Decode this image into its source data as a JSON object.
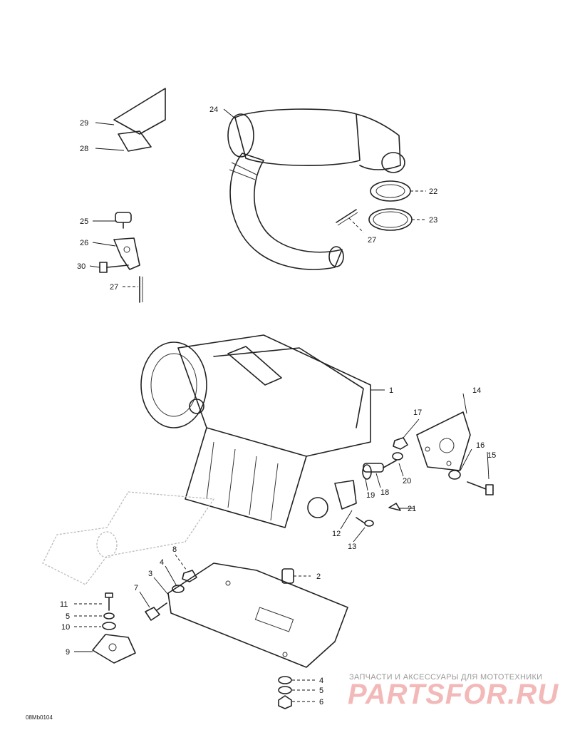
{
  "diagram": {
    "callouts": {
      "c1": "1",
      "c2": "2",
      "c3": "3",
      "c4a": "4",
      "c4b": "4",
      "c5a": "5",
      "c5b": "5",
      "c6": "6",
      "c7": "7",
      "c8": "8",
      "c9": "9",
      "c10": "10",
      "c11": "11",
      "c12": "12",
      "c13": "13",
      "c14": "14",
      "c15": "15",
      "c16": "16",
      "c17": "17",
      "c18": "18",
      "c19": "19",
      "c20": "20",
      "c21": "21",
      "c22": "22",
      "c23": "23",
      "c24": "24",
      "c25": "25",
      "c26": "26",
      "c27a": "27",
      "c27b": "27",
      "c28": "28",
      "c29": "29",
      "c30": "30"
    },
    "drawing_code": "08Mb0104"
  },
  "watermark": {
    "tagline": "ЗАПЧАСТИ И АКСЕССУАРЫ ДЛЯ МОТОТЕХНИКИ",
    "logo": "PARTSFOR.RU"
  }
}
